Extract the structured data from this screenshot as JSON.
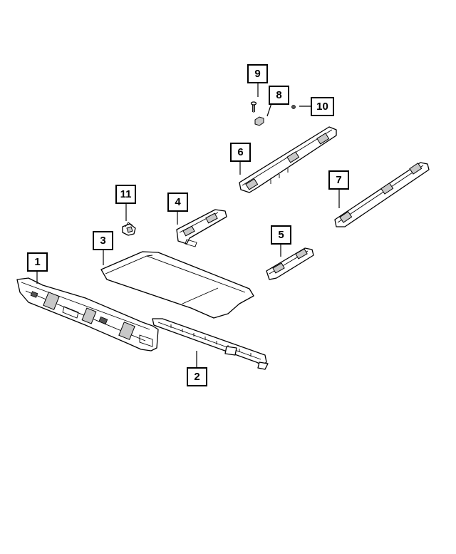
{
  "diagram": {
    "callouts": [
      {
        "id": "1",
        "label": "1"
      },
      {
        "id": "2",
        "label": "2"
      },
      {
        "id": "3",
        "label": "3"
      },
      {
        "id": "4",
        "label": "4"
      },
      {
        "id": "5",
        "label": "5"
      },
      {
        "id": "6",
        "label": "6"
      },
      {
        "id": "7",
        "label": "7"
      },
      {
        "id": "8",
        "label": "8"
      },
      {
        "id": "9",
        "label": "9"
      },
      {
        "id": "10",
        "label": "10"
      },
      {
        "id": "11",
        "label": "11"
      }
    ]
  },
  "colors": {
    "line": "#000000",
    "background": "#ffffff",
    "shade": "#c8c8c8"
  }
}
